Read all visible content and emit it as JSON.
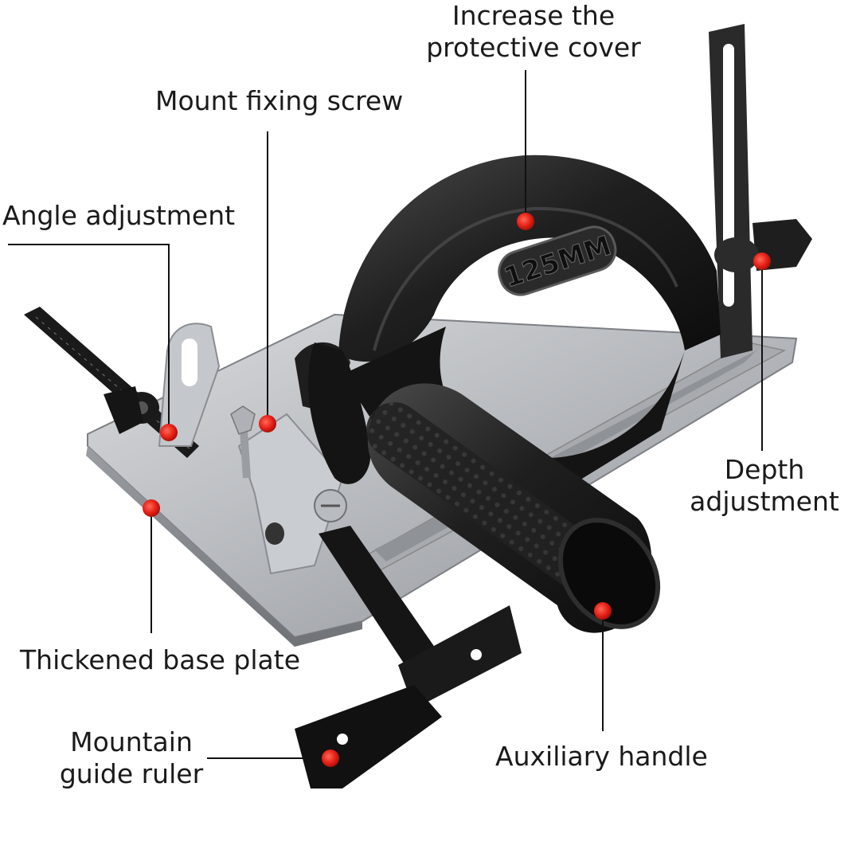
{
  "labels": {
    "cover": [
      "Increase the",
      "protective cover"
    ],
    "screw": "Mount fixing screw",
    "angle": "Angle adjustment",
    "depth": [
      "Depth",
      "adjustment"
    ],
    "base": "Thickened base plate",
    "handle": "Auxiliary handle",
    "ruler": [
      "Mountain",
      "guide ruler"
    ]
  },
  "embossed_text": "125MM",
  "colors": {
    "callout_dot": "#e8231a",
    "leader_line": "#111111",
    "plate_steel": "#b9bcc0",
    "plastic_black": "#1c1c1c",
    "label_text": "#1a1a1a"
  },
  "icons": {
    "callout_dot": "red-dot-icon"
  }
}
